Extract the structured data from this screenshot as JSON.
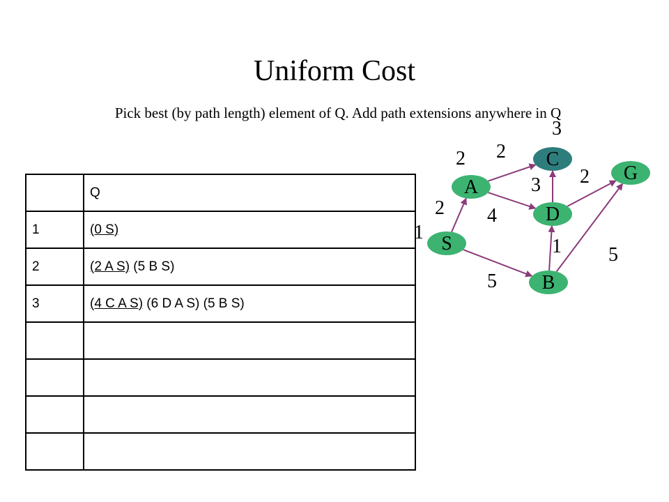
{
  "title": "Uniform Cost",
  "subtitle": "Pick best (by path length) element of Q. Add path extensions anywhere in Q",
  "table": {
    "header": {
      "index": "",
      "label": "Q"
    },
    "rows": [
      {
        "index": "1",
        "selected": "(0 S)",
        "rest": ""
      },
      {
        "index": "2",
        "selected": "(2 A S)",
        "rest": " (5 B S)"
      },
      {
        "index": "3",
        "selected": "(4 C A S)",
        "rest": " (6 D A S) (5 B S)"
      },
      {
        "index": "",
        "selected": "",
        "rest": ""
      },
      {
        "index": "",
        "selected": "",
        "rest": ""
      },
      {
        "index": "",
        "selected": "",
        "rest": ""
      },
      {
        "index": "",
        "selected": "",
        "rest": ""
      }
    ]
  },
  "graph": {
    "colors": {
      "node": "#3cb371",
      "node_highlight": "#2e7d7d",
      "edge": "#8b3a7a"
    },
    "nodes": [
      {
        "id": "S",
        "label": "S"
      },
      {
        "id": "A",
        "label": "A"
      },
      {
        "id": "C",
        "label": "C"
      },
      {
        "id": "D",
        "label": "D"
      },
      {
        "id": "G",
        "label": "G"
      },
      {
        "id": "B",
        "label": "B"
      }
    ],
    "edges": [
      {
        "from": "S",
        "to": "A",
        "weight": "2"
      },
      {
        "from": "A",
        "to": "C",
        "weight": "2"
      },
      {
        "from": "A",
        "to": "D",
        "weight": "4"
      },
      {
        "from": "S",
        "to": "B",
        "weight": "5"
      },
      {
        "from": "B",
        "to": "D",
        "weight": "1"
      },
      {
        "from": "D",
        "to": "C",
        "weight": "3"
      },
      {
        "from": "D",
        "to": "G",
        "weight": "2"
      },
      {
        "from": "B",
        "to": "G",
        "weight": "5"
      }
    ],
    "node_costs": [
      {
        "node": "C",
        "value": "3"
      },
      {
        "node": "A",
        "value": "2"
      },
      {
        "node": "S",
        "value": "1"
      }
    ]
  }
}
